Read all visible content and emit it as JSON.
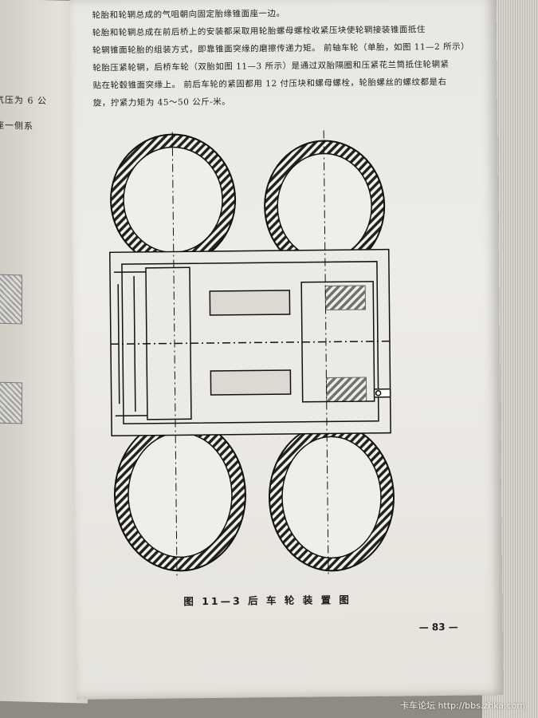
{
  "left_page": {
    "line1": "气压为 6 公",
    "line2": "座一侧系"
  },
  "body_text": [
    "轮胎和轮辋总成的气咀朝向固定胎缘锥面座一边。",
    "轮胎和轮辋总成在前后桥上的安装都采取用轮胎螺母螺栓收紧压块使轮辋接装锥面抵住",
    "轮辋锥面轮胎的组装方式，即靠锥面突缘的磨擦传递力矩。 前轴车轮（单胎，如图 11—2 所示）",
    "轮胎压紧轮辋，后桥车轮（双胎如图 11—3 所示）是通过双胎隔圈和压紧花兰筒抵住轮辋紧",
    "贴在轮毂锥面突缘上。 前后车轮的紧固都用 12 付压块和螺母螺栓，轮胎螺丝的螺纹都是右",
    "旋，拧紧力矩为 45～50 公斤-米。"
  ],
  "figure": {
    "caption": "图 11—3 后 车 轮 装 置 图",
    "page_number": "— 83 —"
  },
  "watermark": "卡车论坛 http://bbs.zhka.com"
}
